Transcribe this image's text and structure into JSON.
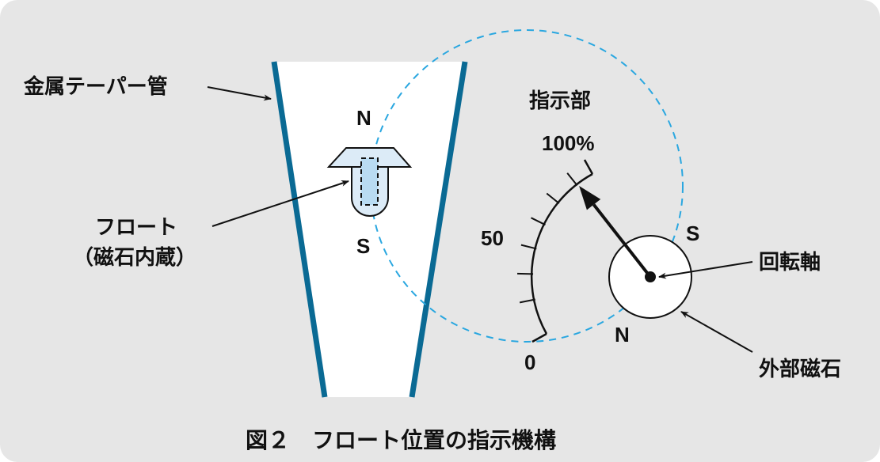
{
  "labels": {
    "pipe": "金属テーパー管",
    "float_line1": "フロート",
    "float_line2": "（磁石内蔵）",
    "indicator": "指示部",
    "shaft": "回転軸",
    "outer_magnet": "外部磁石",
    "pole_n_float": "N",
    "pole_s_float": "S",
    "pole_s_magnet": "S",
    "pole_n_magnet": "N"
  },
  "scale": {
    "max": "100%",
    "mid": "50",
    "min": "0"
  },
  "caption": "図２　フロート位置の指示機構",
  "indicator_value_percent": 90,
  "colors": {
    "background": "#e6e6e6",
    "pipe": "#0a6a94",
    "field": "#2aa7e0",
    "float": "#dcebf7",
    "magnet_core": "#b9dbf2"
  }
}
